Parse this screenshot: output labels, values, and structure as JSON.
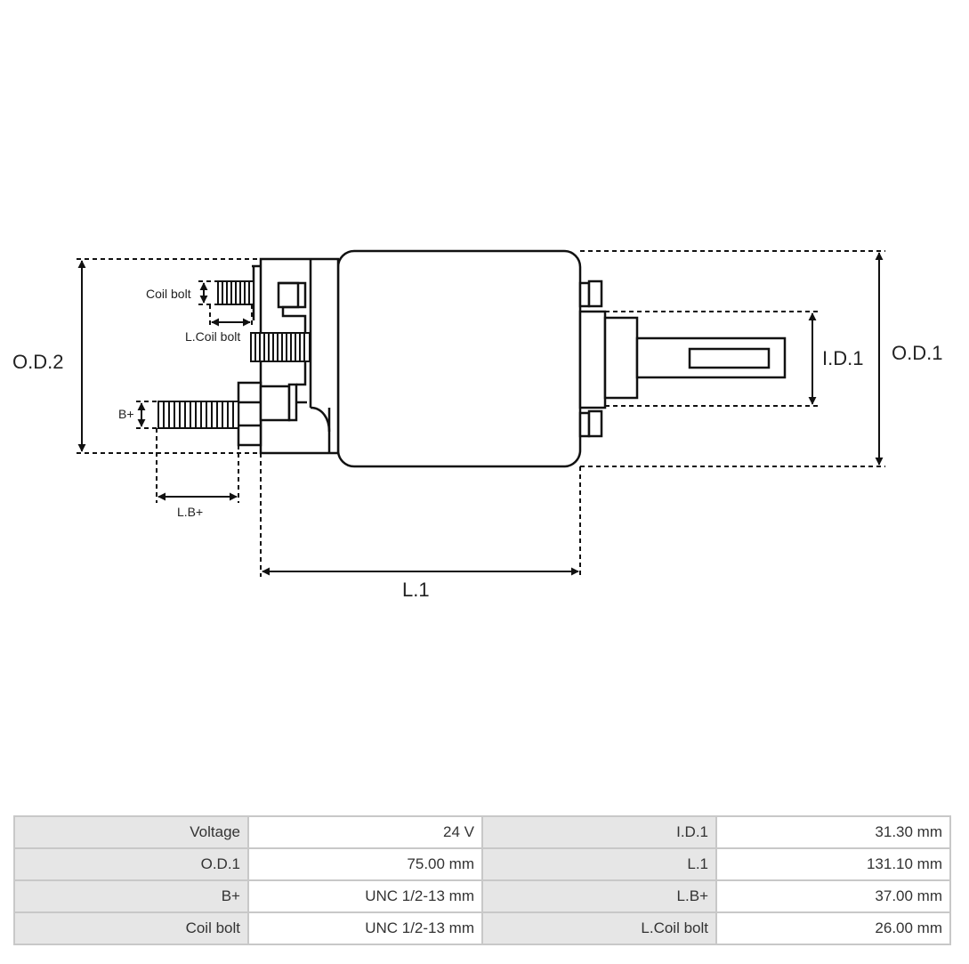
{
  "diagram": {
    "labels": {
      "od2": "O.D.2",
      "od1": "O.D.1",
      "id1": "I.D.1",
      "l1": "L.1",
      "coil_bolt": "Coil bolt",
      "l_coil_bolt": "L.Coil bolt",
      "b_plus": "B+",
      "l_b_plus": "L.B+"
    }
  },
  "specs": {
    "rows": [
      [
        {
          "label": "Voltage",
          "value": "24 V"
        },
        {
          "label": "I.D.1",
          "value": "31.30 mm"
        }
      ],
      [
        {
          "label": "O.D.1",
          "value": "75.00 mm"
        },
        {
          "label": "L.1",
          "value": "131.10 mm"
        }
      ],
      [
        {
          "label": "B+",
          "value": "UNC 1/2-13 mm"
        },
        {
          "label": "L.B+",
          "value": "37.00 mm"
        }
      ],
      [
        {
          "label": "Coil bolt",
          "value": "UNC 1/2-13 mm"
        },
        {
          "label": "L.Coil bolt",
          "value": "26.00 mm"
        }
      ]
    ]
  }
}
